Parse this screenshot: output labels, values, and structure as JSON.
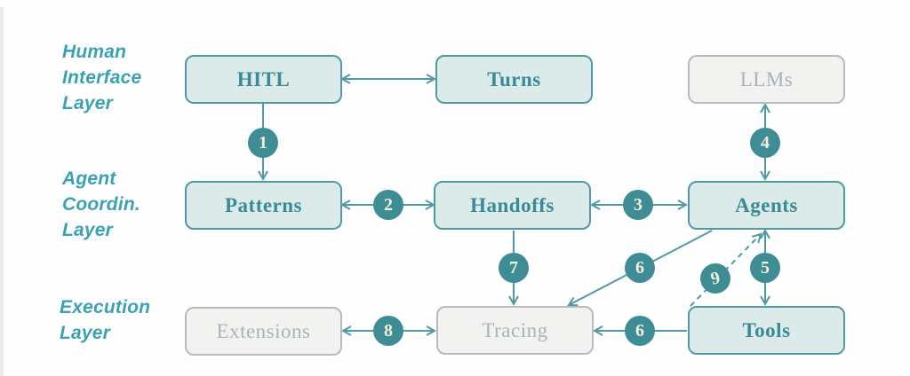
{
  "diagram": {
    "layer_labels": [
      {
        "text": "Human\nInterface\nLayer"
      },
      {
        "text": "Agent\nCoordin.\nLayer"
      },
      {
        "text": "Execution\nLayer"
      }
    ],
    "boxes": [
      {
        "label": "HITL",
        "style": "teal"
      },
      {
        "label": "Turns",
        "style": "teal"
      },
      {
        "label": "LLMs",
        "style": "gray"
      },
      {
        "label": "Patterns",
        "style": "teal"
      },
      {
        "label": "Handoffs",
        "style": "teal"
      },
      {
        "label": "Agents",
        "style": "teal"
      },
      {
        "label": "Extensions",
        "style": "gray"
      },
      {
        "label": "Tracing",
        "style": "gray"
      },
      {
        "label": "Tools",
        "style": "teal"
      }
    ],
    "badges": [
      {
        "n": "1"
      },
      {
        "n": "2"
      },
      {
        "n": "3"
      },
      {
        "n": "4"
      },
      {
        "n": "5"
      },
      {
        "n": "6"
      },
      {
        "n": "7"
      },
      {
        "n": "6"
      },
      {
        "n": "8"
      },
      {
        "n": "9"
      }
    ],
    "connectors": [
      {
        "badge": "",
        "from": "HITL",
        "to": "Turns",
        "direction": "two-way",
        "style": "solid"
      },
      {
        "badge": "1",
        "from": "HITL",
        "to": "Patterns",
        "direction": "one-way",
        "style": "solid"
      },
      {
        "badge": "2",
        "from": "Patterns",
        "to": "Handoffs",
        "direction": "two-way",
        "style": "solid"
      },
      {
        "badge": "3",
        "from": "Handoffs",
        "to": "Agents",
        "direction": "two-way",
        "style": "solid"
      },
      {
        "badge": "4",
        "from": "LLMs",
        "to": "Agents",
        "direction": "two-way",
        "style": "solid"
      },
      {
        "badge": "5",
        "from": "Agents",
        "to": "Tools",
        "direction": "two-way",
        "style": "solid"
      },
      {
        "badge": "6",
        "from": "Agents",
        "to": "Tracing",
        "direction": "one-way",
        "style": "solid"
      },
      {
        "badge": "6",
        "from": "Tools",
        "to": "Tracing",
        "direction": "one-way",
        "style": "solid"
      },
      {
        "badge": "7",
        "from": "Handoffs",
        "to": "Tracing",
        "direction": "one-way",
        "style": "solid"
      },
      {
        "badge": "8",
        "from": "Extensions",
        "to": "Tracing",
        "direction": "two-way",
        "style": "solid"
      },
      {
        "badge": "9",
        "from": "Tools",
        "to": "Agents",
        "direction": "one-way",
        "style": "dashed"
      }
    ],
    "colors": {
      "teal_stroke": "#4f9aa3",
      "teal_fill": "#dcebe9",
      "teal_text": "#3a8b98",
      "gray_border": "#b9babb",
      "gray_fill": "#f2f2f1",
      "gray_text": "#a9b3b8",
      "badge_fill": "#3e8d95",
      "badge_text": "#f4eedd",
      "label_teal": "#3aa2b4"
    }
  }
}
